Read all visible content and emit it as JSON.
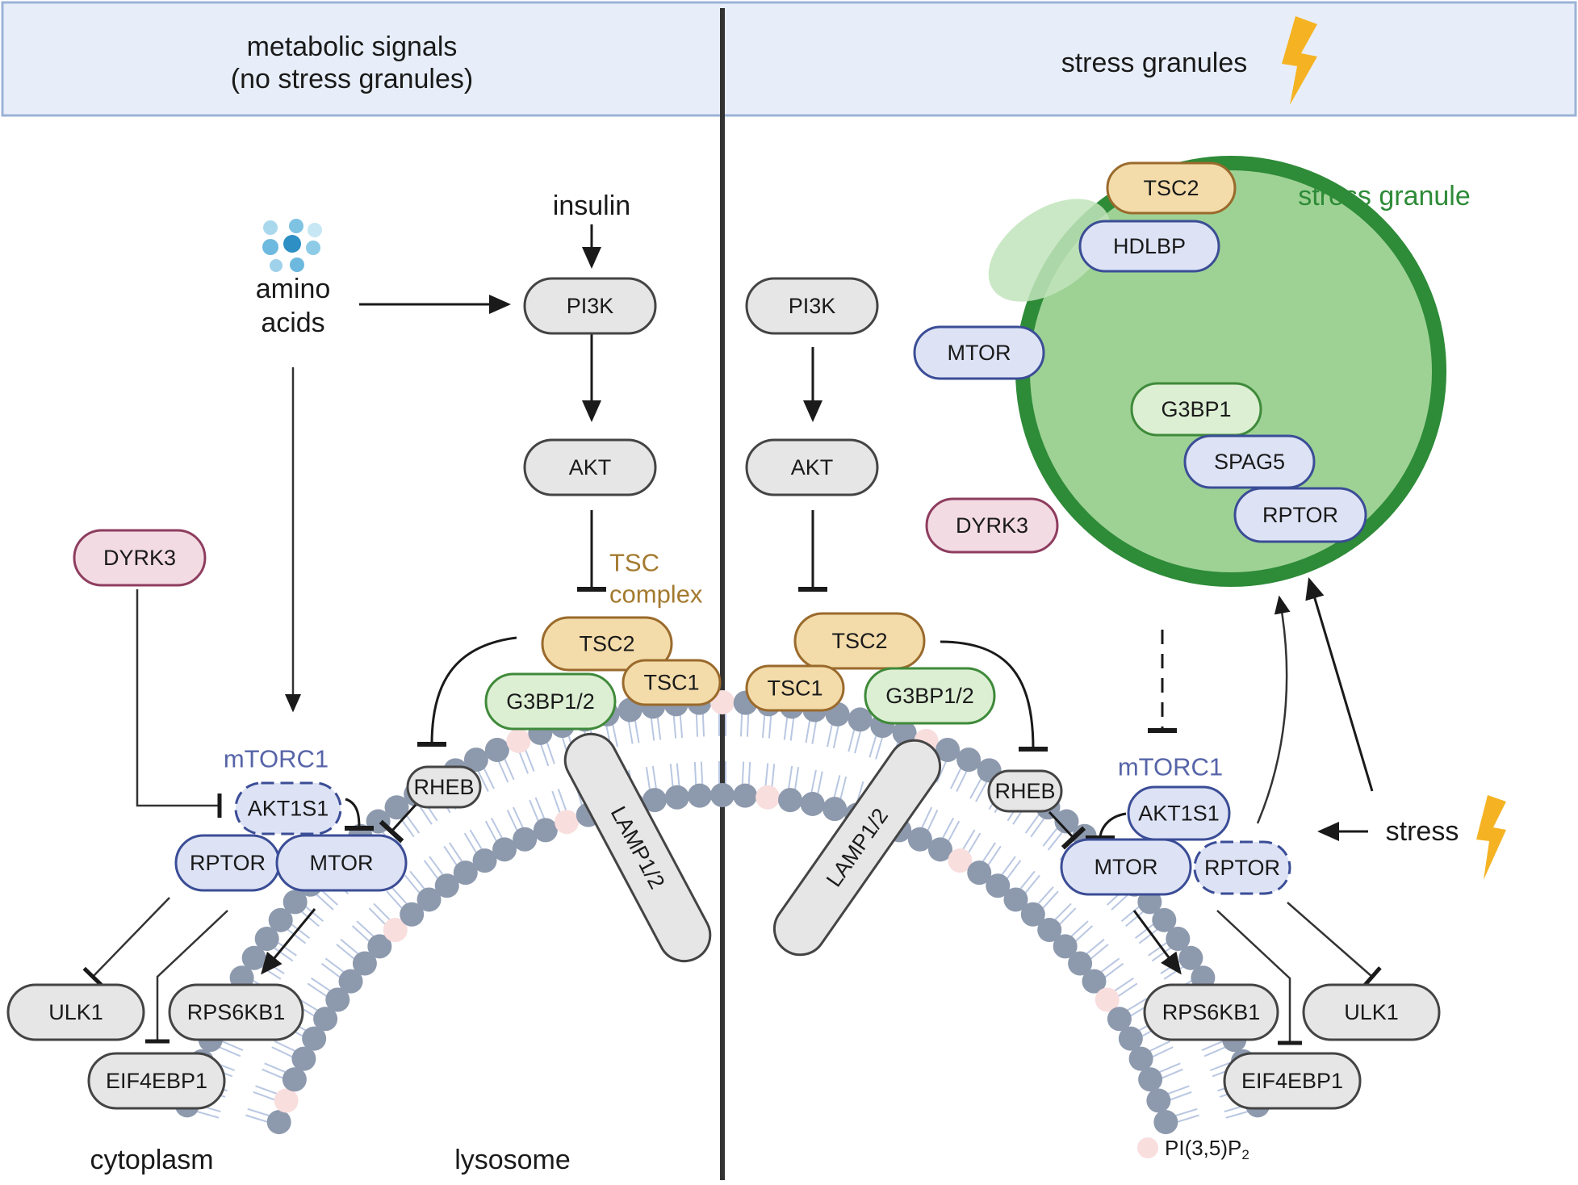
{
  "colors": {
    "header_bg": "#e8eef9",
    "header_border": "#9bb3d6",
    "divider": "#333333",
    "grey_fill": "#e6e6e6",
    "grey_stroke": "#444444",
    "tan_fill": "#f3dcaa",
    "tan_stroke": "#9a6a2c",
    "green_fill": "#dcefd3",
    "green_stroke": "#3f8a3a",
    "pink_fill": "#f3dbe3",
    "pink_stroke": "#8e3d5f",
    "blue_fill": "#dde3f5",
    "blue_stroke": "#3b4d96",
    "sg_fill": "#9ed295",
    "sg_stroke": "#2e8b38",
    "lipid_head": "#8d99ad",
    "lipid_tail": "#b9c7e2",
    "pip_dot": "#f9dede",
    "mtorc1_text": "#5664a8",
    "tsc_text": "#a47a30",
    "sg_text": "#2e8b38",
    "lightning": "#f5b323"
  },
  "header": {
    "left_line1": "metabolic signals",
    "left_line2": "(no stress granules)",
    "right": "stress granules"
  },
  "left": {
    "insulin": "insulin",
    "amino_line1": "amino",
    "amino_line2": "acids",
    "pi3k": "PI3K",
    "akt": "AKT",
    "tsc_line1": "TSC",
    "tsc_line2": "complex",
    "tsc2": "TSC2",
    "tsc1": "TSC1",
    "g3bp12": "G3BP1/2",
    "dyrk3": "DYRK3",
    "mtorc1": "mTORC1",
    "akt1s1": "AKT1S1",
    "rptor": "RPTOR",
    "mtor": "MTOR",
    "rheb": "RHEB",
    "lamp": "LAMP1/2",
    "ulk1": "ULK1",
    "rps6kb1": "RPS6KB1",
    "eif4ebp1": "EIF4EBP1",
    "cytoplasm": "cytoplasm",
    "lysosome": "lysosome"
  },
  "right": {
    "pi3k": "PI3K",
    "akt": "AKT",
    "tsc2_top": "TSC2",
    "tsc1": "TSC1",
    "g3bp12": "G3BP1/2",
    "lamp": "LAMP1/2",
    "rheb": "RHEB",
    "mtorc1": "mTORC1",
    "akt1s1": "AKT1S1",
    "mtor": "MTOR",
    "rptor": "RPTOR",
    "stress": "stress",
    "rps6kb1": "RPS6KB1",
    "ulk1": "ULK1",
    "eif4ebp1": "EIF4EBP1",
    "pip_base": "PI(3,5)P",
    "pip_sub": "2",
    "stress_granule": {
      "label": "stress granule",
      "tsc2": "TSC2",
      "hdlbp": "HDLBP",
      "mtor": "MTOR",
      "g3bp1": "G3BP1",
      "spag5": "SPAG5",
      "dyrk3": "DYRK3",
      "rptor": "RPTOR"
    }
  }
}
